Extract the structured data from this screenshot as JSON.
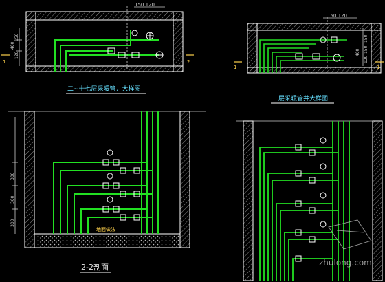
{
  "colors": {
    "background": "#000000",
    "wall": "#ffffff",
    "hatch": "#8a8a8a",
    "pipe": "#22e022",
    "dim": "#cccccc",
    "title": "#66e0ff",
    "title_underline": "#ffffff",
    "section_title": "#e8e8e8",
    "valve": "#ffffff",
    "cut_line": "#ffd24d"
  },
  "titles": {
    "top_left": "二~十七层采暖管井大样图",
    "top_right": "一层采暖管井大样图",
    "bottom_left": "2-2剖面"
  },
  "top_left": {
    "dims_top": "150 120",
    "dims_vertical": [
      "400",
      "150",
      "120"
    ],
    "section_marks": [
      "1",
      "2"
    ]
  },
  "top_right": {
    "dims_top": "150 120",
    "dims_vertical": [
      "150",
      "150",
      "120",
      "400"
    ],
    "section_marks": [
      "1",
      "1"
    ]
  },
  "bottom_left": {
    "floor_label": "地面做法",
    "dims_vertical": [
      "300",
      "300",
      "300"
    ]
  },
  "watermark": "zhulong.com"
}
